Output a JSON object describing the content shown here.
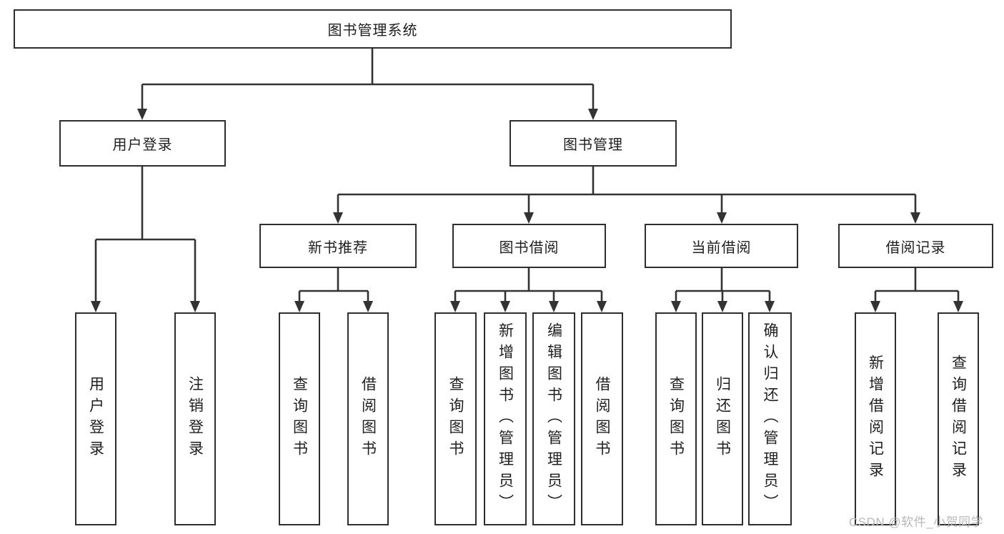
{
  "tree": {
    "root": {
      "label": "图书管理系统"
    },
    "user_login": {
      "label": "用户登录",
      "children": [
        {
          "label": "用户登录"
        },
        {
          "label": "注销登录"
        }
      ]
    },
    "book_mgmt": {
      "label": "图书管理",
      "children": [
        {
          "label": "新书推荐",
          "children": [
            {
              "label": "查询图书"
            },
            {
              "label": "借阅图书"
            }
          ]
        },
        {
          "label": "图书借阅",
          "children": [
            {
              "label": "查询图书"
            },
            {
              "label": "新增图书（管理员）"
            },
            {
              "label": "编辑图书（管理员）"
            },
            {
              "label": "借阅图书"
            }
          ]
        },
        {
          "label": "当前借阅",
          "children": [
            {
              "label": "查询图书"
            },
            {
              "label": "归还图书"
            },
            {
              "label": "确认归还（管理员）"
            }
          ]
        },
        {
          "label": "借阅记录",
          "children": [
            {
              "label": "新增借阅记录"
            },
            {
              "label": "查询借阅记录"
            }
          ]
        }
      ]
    }
  },
  "watermark": "CSDN @软件_小贺同学",
  "colors": {
    "line": "#333333",
    "border": "#2e2e2e",
    "text": "#1f1f1f",
    "watermark": "#b8b8b8",
    "background": "#ffffff"
  }
}
